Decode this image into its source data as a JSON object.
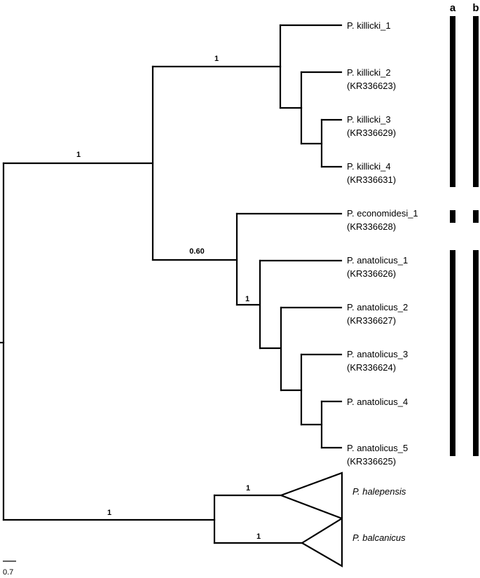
{
  "tree": {
    "taxa": [
      {
        "name": "P. killicki_1",
        "accession": ""
      },
      {
        "name": "P. killicki_2",
        "accession": "(KR336623)"
      },
      {
        "name": "P. killicki_3",
        "accession": "(KR336629)"
      },
      {
        "name": "P. killicki_4",
        "accession": "(KR336631)"
      },
      {
        "name": "P. economidesi_1",
        "accession": "(KR336628)"
      },
      {
        "name": "P. anatolicus_1",
        "accession": "(KR336626)"
      },
      {
        "name": "P. anatolicus_2",
        "accession": "(KR336627)"
      },
      {
        "name": "P. anatolicus_3",
        "accession": "(KR336624)"
      },
      {
        "name": "P. anatolicus_4",
        "accession": ""
      },
      {
        "name": "P. anatolicus_5",
        "accession": "(KR336625)"
      }
    ],
    "collapsed_clades": [
      {
        "name": "P. halepensis"
      },
      {
        "name": "P. balcanicus"
      }
    ],
    "support_values": {
      "root_main": "1",
      "killicki": "1",
      "economidesi_anatolicus": "0.60",
      "anatolicus": "1",
      "outgroup": "1",
      "halepensis": "1",
      "balcanicus": "1"
    },
    "scale_bar": "0.7",
    "column_headers": [
      "a",
      "b"
    ]
  }
}
